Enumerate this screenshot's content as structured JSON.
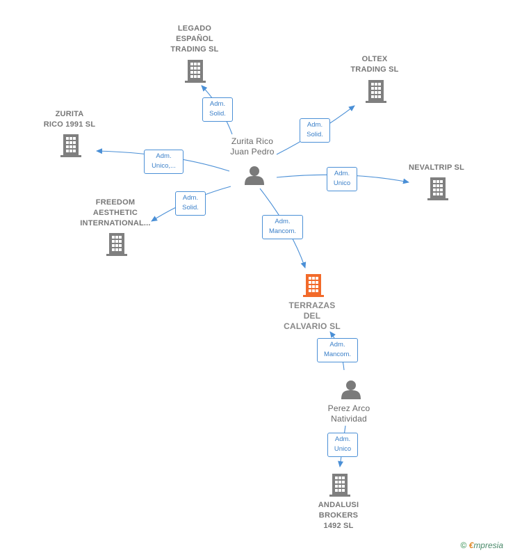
{
  "colors": {
    "edge": "#4a8fd6",
    "company": "#7f7f7f",
    "main_company": "#f26a2a",
    "person": "#7a7a7a"
  },
  "nodes": {
    "legado": {
      "label": "LEGADO\nESPAÑOL\nTRADING  SL",
      "icon": "building-icon"
    },
    "oltex": {
      "label": "OLTEX\nTRADING  SL",
      "icon": "building-icon"
    },
    "zurita_rico": {
      "label": "ZURITA\nRICO 1991  SL",
      "icon": "building-icon"
    },
    "nevaltrip": {
      "label": "NEVALTRIP  SL",
      "icon": "building-icon"
    },
    "freedom": {
      "label": "FREEDOM\nAESTHETIC\nINTERNATIONAL...",
      "icon": "building-icon"
    },
    "terrazas": {
      "label": "TERRAZAS\nDEL\nCALVARIO  SL",
      "icon": "building-icon"
    },
    "andalusi": {
      "label": "ANDALUSI\nBROKERS\n1492 SL",
      "icon": "building-icon"
    },
    "person_zurita": {
      "label": "Zurita Rico\nJuan Pedro",
      "icon": "person-icon"
    },
    "person_perez": {
      "label": "Perez Arco\nNatividad",
      "icon": "person-icon"
    }
  },
  "relations": {
    "r_legado": "Adm.\nSolid.",
    "r_oltex": "Adm.\nSolid.",
    "r_zurita": "Adm.\nUnico,...",
    "r_nevaltrip": "Adm.\nUnico",
    "r_freedom": "Adm.\nSolid.",
    "r_terrazas_1": "Adm.\nMancom.",
    "r_terrazas_2": "Adm.\nMancom.",
    "r_andalusi": "Adm.\nUnico"
  },
  "footer": {
    "copyright": "©",
    "brand_e": "€",
    "brand_rest": "mpresia"
  }
}
